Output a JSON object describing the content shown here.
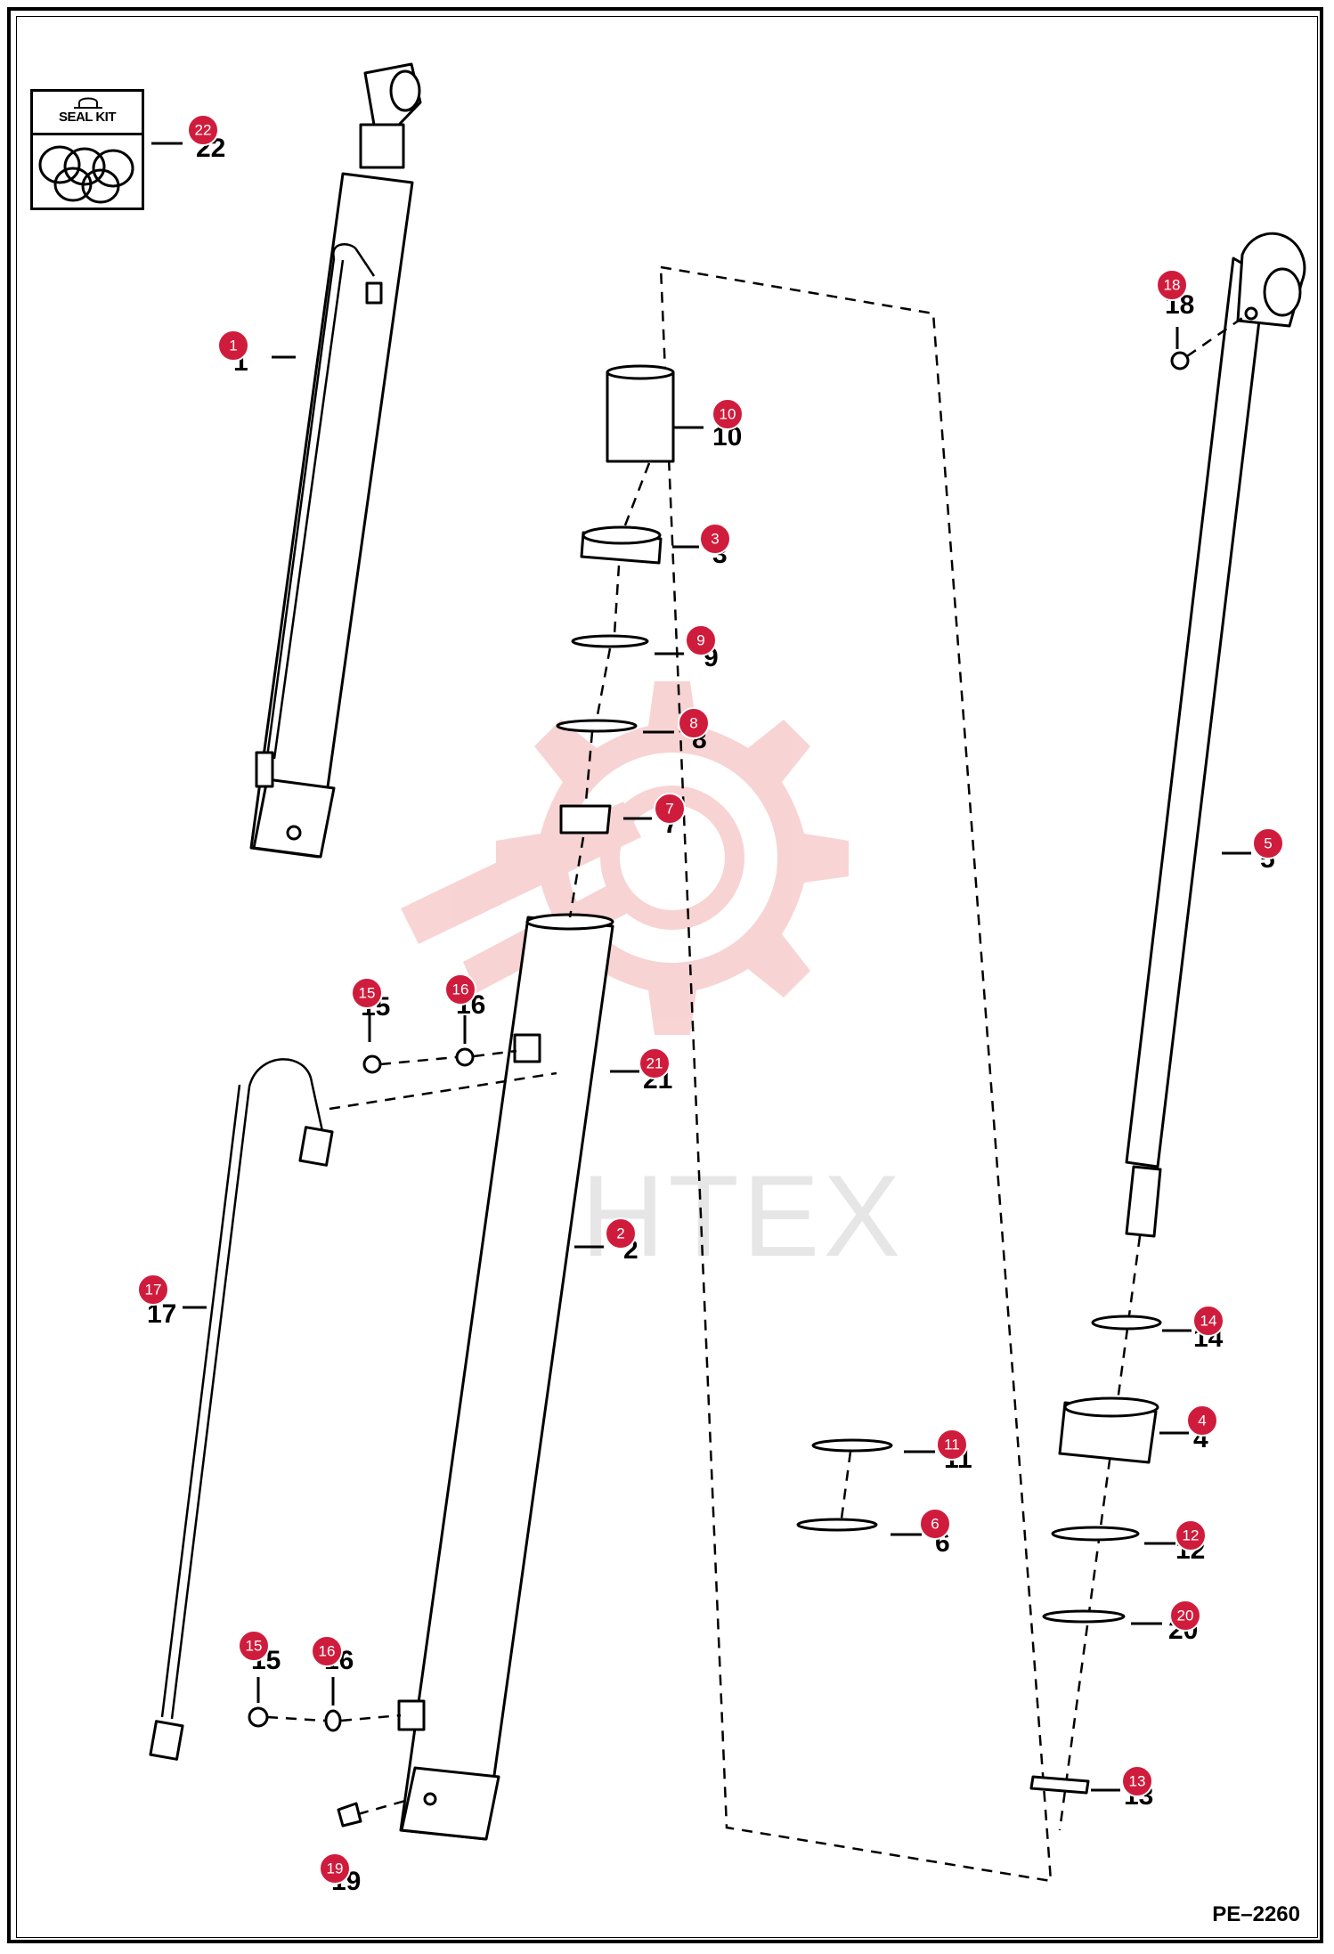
{
  "diagram_code": "PE–2260",
  "watermark_text": "ИНТЕХ",
  "seal_kit_label": "SEAL KIT",
  "colors": {
    "badge": "#d01c3c",
    "watermark": "#f4c6c6",
    "line": "#000000"
  },
  "callouts": [
    "1",
    "2",
    "3",
    "4",
    "5",
    "6",
    "7",
    "8",
    "9",
    "10",
    "11",
    "12",
    "13",
    "14",
    "15",
    "16",
    "15",
    "16",
    "17",
    "18",
    "19",
    "20",
    "21",
    "22"
  ]
}
